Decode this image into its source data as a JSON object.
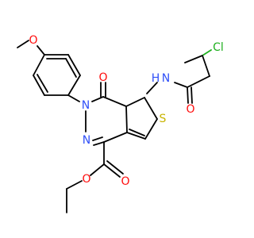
{
  "molecule": {
    "atoms": {
      "cl": {
        "label": "Cl",
        "color": "#1fb01f"
      },
      "o_ether": {
        "label": "O",
        "color": "#ff0d0d"
      },
      "o_keto": {
        "label": "O",
        "color": "#ff0d0d"
      },
      "o_amide": {
        "label": "O",
        "color": "#ff0d0d"
      },
      "o_ester_carbonyl": {
        "label": "O",
        "color": "#ff0d0d"
      },
      "o_ester_link": {
        "label": "O",
        "color": "#ff0d0d"
      },
      "n_amide": {
        "label": "N",
        "color": "#3050f8"
      },
      "h_amide": {
        "label": "H",
        "color": "#3050f8"
      },
      "n_ring_upper": {
        "label": "N",
        "color": "#3050f8"
      },
      "n_ring_lower": {
        "label": "N",
        "color": "#3050f8"
      },
      "s_ring": {
        "label": "S",
        "color": "#c8b400"
      }
    }
  }
}
